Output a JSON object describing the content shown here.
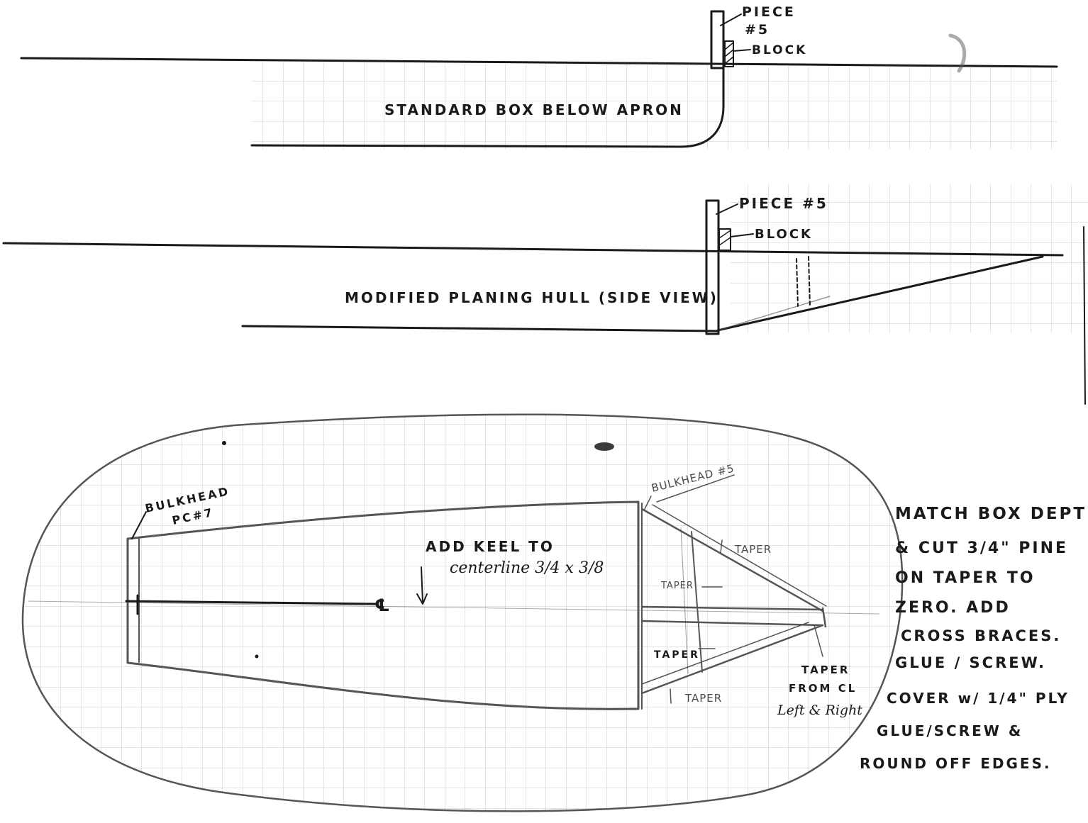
{
  "diagram_1": {
    "main_label": "STANDARD BOX BELOW APRON",
    "piece_label_line1": "PIECE",
    "piece_label_line2": "#5",
    "block_label": "BLOCK"
  },
  "diagram_2": {
    "main_label": "MODIFIED PLANING HULL (SIDE VIEW)",
    "piece_label": "PIECE #5",
    "block_label": "BLOCK"
  },
  "diagram_3": {
    "bulkhead_7_line1": "BULKHEAD",
    "bulkhead_7_line2": "PC#7",
    "bulkhead_5": "BULKHEAD #5",
    "keel_line1": "ADD KEEL TO",
    "keel_line2": "centerline 3/4 x 3/8",
    "centerline_symbol": "℄",
    "taper_labels": [
      "TAPER",
      "TAPER",
      "TAPER",
      "TAPER"
    ],
    "taper_note_line1": "TAPER",
    "taper_note_line2": "FROM CL",
    "taper_note_line3": "Left & Right"
  },
  "instructions": [
    "MATCH BOX DEPTH",
    "& CUT 3/4\" PINE",
    "ON TAPER TO",
    "ZERO. ADD",
    "CROSS BRACES.",
    "GLUE / SCREW.",
    "COVER w/ 1/4\" PLY",
    "GLUE/SCREW &",
    "ROUND OFF EDGES."
  ],
  "colors": {
    "ink": "#1a1a1a",
    "grid": "#c9c9c9",
    "paper": "#ffffff"
  }
}
